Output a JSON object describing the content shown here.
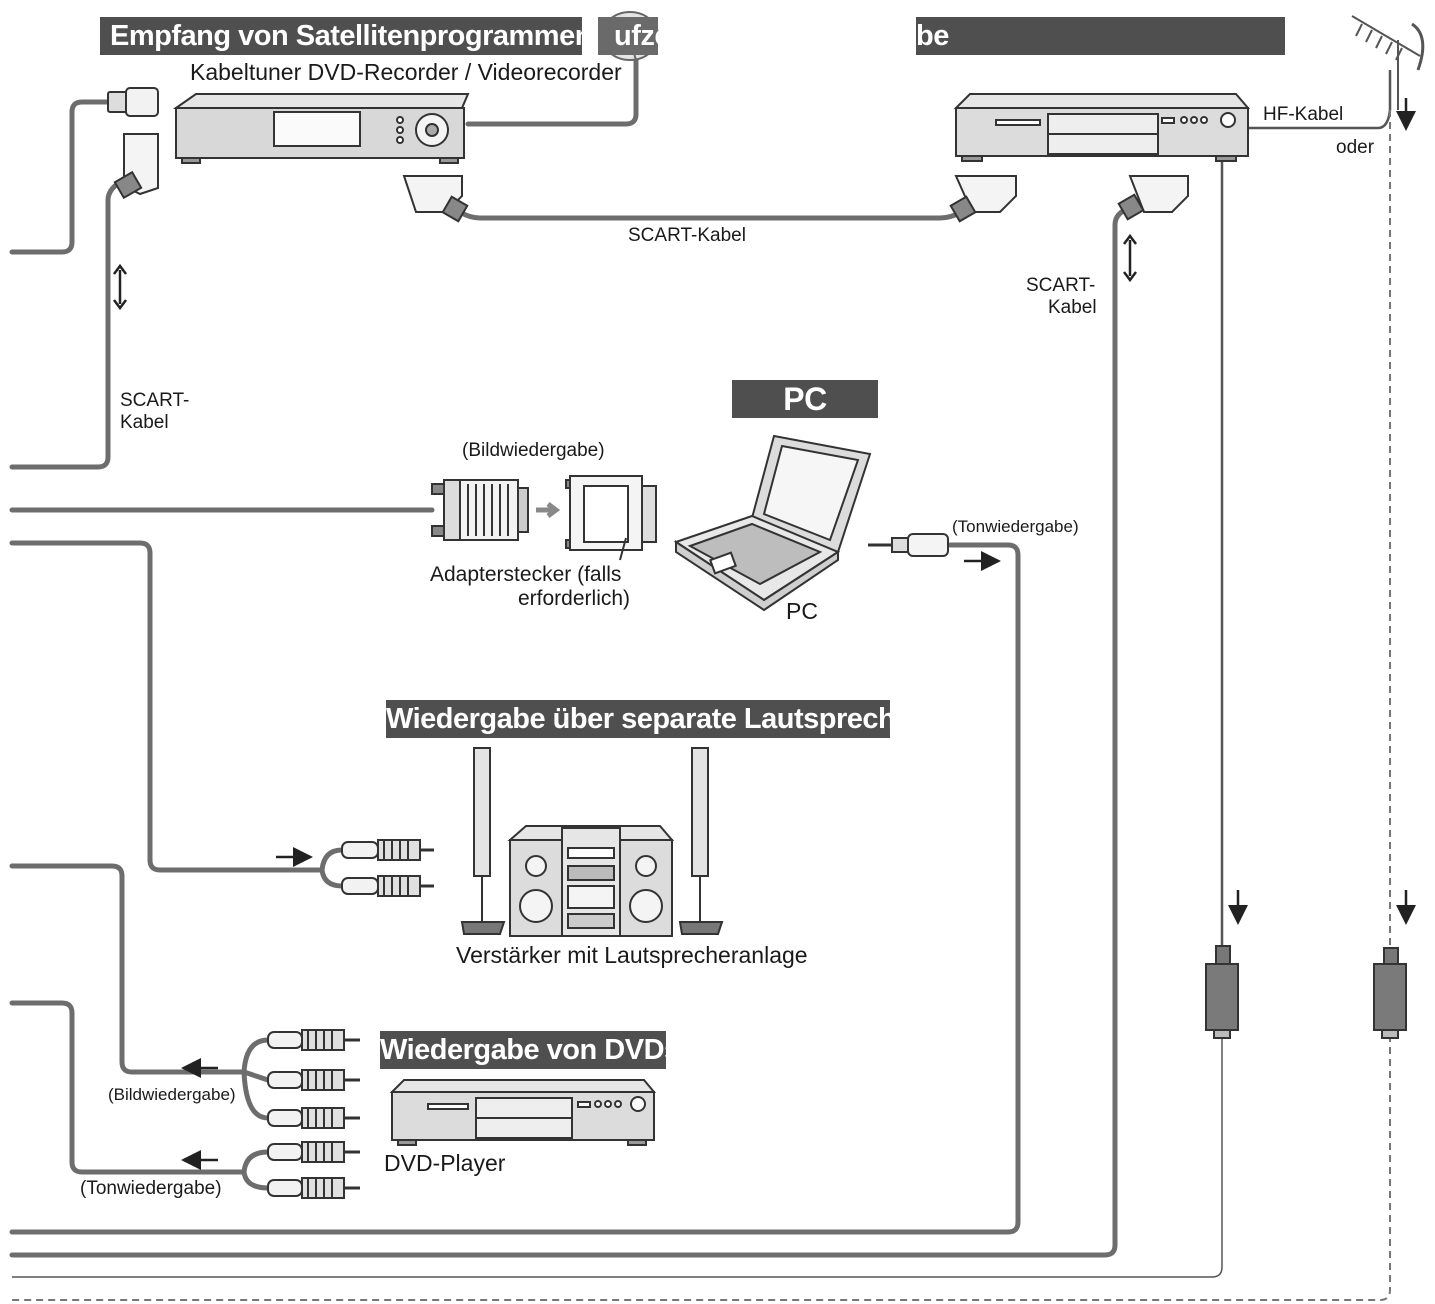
{
  "headers": {
    "satellite": "Empfang von Satellitenprogrammen",
    "recording_fragment_1": "ufze",
    "recording_fragment_2": "be",
    "pc": "PC",
    "speakers": "Wiedergabe über separate Lautsprecher",
    "dvd": "Wiedergabe von DVDs"
  },
  "devices": {
    "cable_tuner": "Kabeltuner DVD-Recorder / Videorecorder",
    "pc": "PC",
    "amplifier": "Verstärker mit Lautsprecheranlage",
    "dvd_player": "DVD-Player"
  },
  "labels": {
    "scart_cable": "SCART-Kabel",
    "scart_left_1": "SCART-",
    "scart_left_2": "Kabel",
    "scart_right_1": "SCART-",
    "scart_right_2": "Kabel",
    "rf_cable": "HF-Kabel",
    "or": "oder",
    "video_playback": "(Bildwiedergabe)",
    "audio_playback": "(Tonwiedergabe)",
    "adapter_1": "Adapterstecker (falls",
    "adapter_2": "erforderlich)",
    "dvd_video": "(Bildwiedergabe)",
    "dvd_audio": "(Tonwiedergabe)"
  }
}
